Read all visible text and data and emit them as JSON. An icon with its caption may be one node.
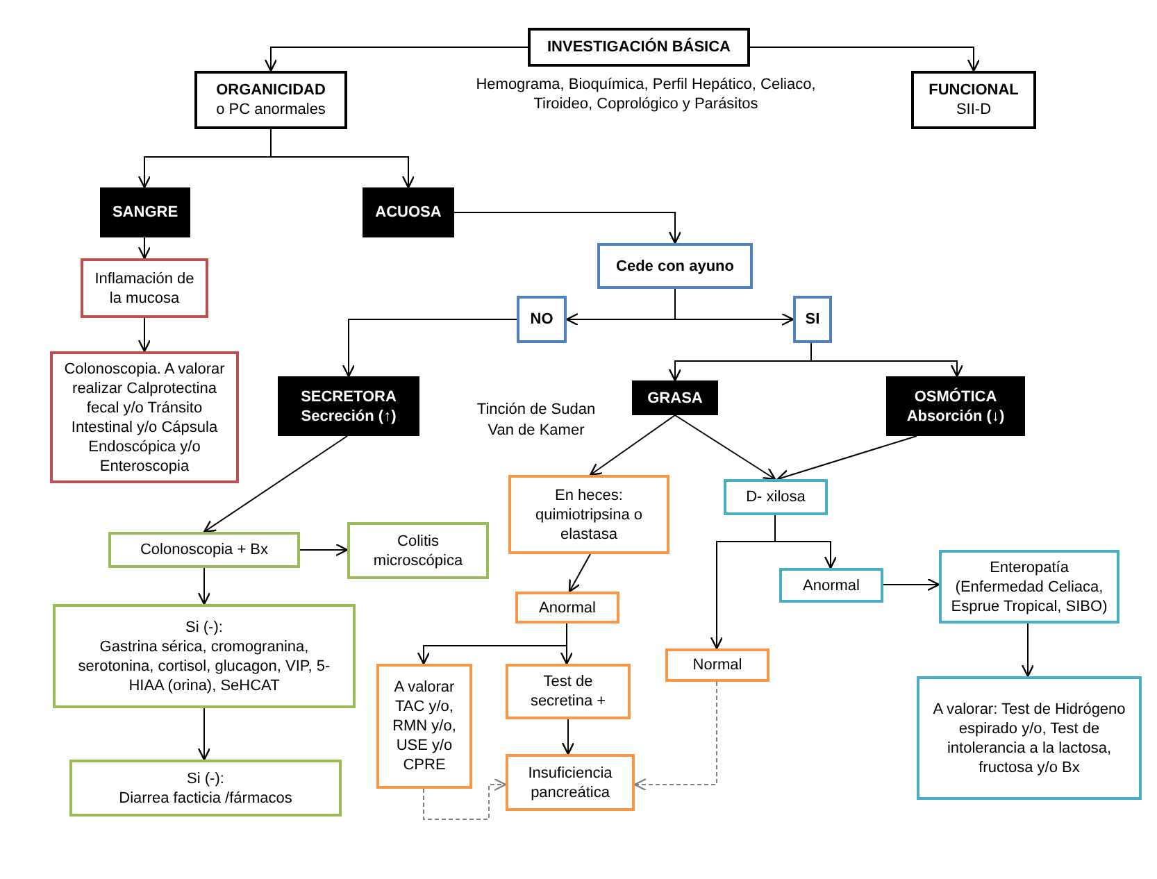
{
  "diagram": {
    "nodes": [
      {
        "text": [
          "INVESTIGACIÓN BÁSICA"
        ]
      },
      {
        "text": [
          "ORGANICIDAD",
          "o PC anormales"
        ]
      },
      {
        "text": [
          "FUNCIONAL",
          "SII-D"
        ]
      },
      {
        "text": [
          "SANGRE"
        ]
      },
      {
        "text": [
          "ACUOSA"
        ]
      },
      {
        "text": [
          "Inflamación de la mucosa"
        ]
      },
      {
        "text": [
          "Colonoscopia. A valorar realizar Calprotectina fecal y/o Tránsito Intestinal y/o Cápsula Endoscópica y/o Enteroscopia"
        ]
      },
      {
        "text": [
          "Cede con ayuno"
        ]
      },
      {
        "text": [
          "NO"
        ]
      },
      {
        "text": [
          "SI"
        ]
      },
      {
        "text": [
          "SECRETORA Secreción (↑)"
        ]
      },
      {
        "text": [
          "GRASA"
        ]
      },
      {
        "text": [
          "OSMÓTICA Absorción (↓)"
        ]
      },
      {
        "text": [
          "En heces: quimiotripsina o elastasa"
        ]
      },
      {
        "text": [
          "D- xilosa"
        ]
      },
      {
        "text": [
          "Colonoscopia + Bx"
        ]
      },
      {
        "text": [
          "Colitis microscópica"
        ]
      },
      {
        "text": [
          "Anormal"
        ]
      },
      {
        "text": [
          "Anormal"
        ]
      },
      {
        "text": [
          "Enteropatía (Enfermedad Celiaca, Esprue Tropical, SIBO)"
        ]
      },
      {
        "text": [
          "Si (-):",
          "Gastrina sérica, cromogranina, serotonina, cortisol, glucagon, VIP, 5-HIAA (orina), SeHCAT"
        ]
      },
      {
        "text": [
          "A valorar TAC y/o, RMN y/o, USE y/o CPRE"
        ]
      },
      {
        "text": [
          "Test de secretina +"
        ]
      },
      {
        "text": [
          "Normal"
        ]
      },
      {
        "text": [
          "A valorar: Test de Hidrógeno espirado y/o, Test de intolerancia a la lactosa, fructosa y/o Bx"
        ]
      },
      {
        "text": [
          "Insuficiencia pancreática"
        ]
      },
      {
        "text": [
          "Si (-):",
          "Diarrea facticia /fármacos"
        ]
      }
    ],
    "edges": [
      {
        "from": 0,
        "to": 1,
        "arrow": "to"
      },
      {
        "from": 0,
        "to": 2,
        "arrow": "to"
      },
      {
        "from": 1,
        "to": 3,
        "arrow": "to"
      },
      {
        "from": 1,
        "to": 4,
        "arrow": "to"
      },
      {
        "from": 3,
        "to": 5,
        "arrow": "to"
      },
      {
        "from": 5,
        "to": 6,
        "arrow": "to"
      },
      {
        "from": 4,
        "to": 7,
        "arrow": "to"
      },
      {
        "from": 7,
        "to": 8,
        "arrow": "to"
      },
      {
        "from": 7,
        "to": 9,
        "arrow": "to"
      },
      {
        "from": 8,
        "to": 10,
        "arrow": "to"
      },
      {
        "from": 9,
        "to": 11,
        "arrow": "to"
      },
      {
        "from": 9,
        "to": 12,
        "arrow": "to"
      },
      {
        "from": 11,
        "to": 13,
        "arrow": "to"
      },
      {
        "from": 11,
        "to": 14,
        "arrow": "to"
      },
      {
        "from": 12,
        "to": 14,
        "arrow": "to"
      },
      {
        "from": 10,
        "to": 15,
        "arrow": "to"
      },
      {
        "from": 15,
        "to": 16,
        "arrow": "to"
      },
      {
        "from": 15,
        "to": 20,
        "arrow": "to"
      },
      {
        "from": 20,
        "to": 26,
        "arrow": "to"
      },
      {
        "from": 13,
        "to": 17,
        "arrow": "to"
      },
      {
        "from": 17,
        "to": 21,
        "arrow": "to"
      },
      {
        "from": 17,
        "to": 22,
        "arrow": "to"
      },
      {
        "from": 22,
        "to": 25,
        "arrow": "to"
      },
      {
        "from": 21,
        "to": 25,
        "arrow": "to",
        "style": "dashed",
        "color": "#808080"
      },
      {
        "from": 14,
        "to": 18,
        "arrow": "to"
      },
      {
        "from": 14,
        "to": 23,
        "arrow": "to"
      },
      {
        "from": 18,
        "to": 19,
        "arrow": "to"
      },
      {
        "from": 19,
        "to": 24,
        "arrow": "to"
      },
      {
        "from": 23,
        "to": 25,
        "arrow": "to",
        "style": "dashed",
        "color": "#808080"
      }
    ],
    "labels": [
      "Hemograma, Bioquímica, Perfil Hepático, Celiaco, Tiroideo, Coprológico y Parásitos",
      "Tinción de Sudan Van de Kamer"
    ]
  }
}
